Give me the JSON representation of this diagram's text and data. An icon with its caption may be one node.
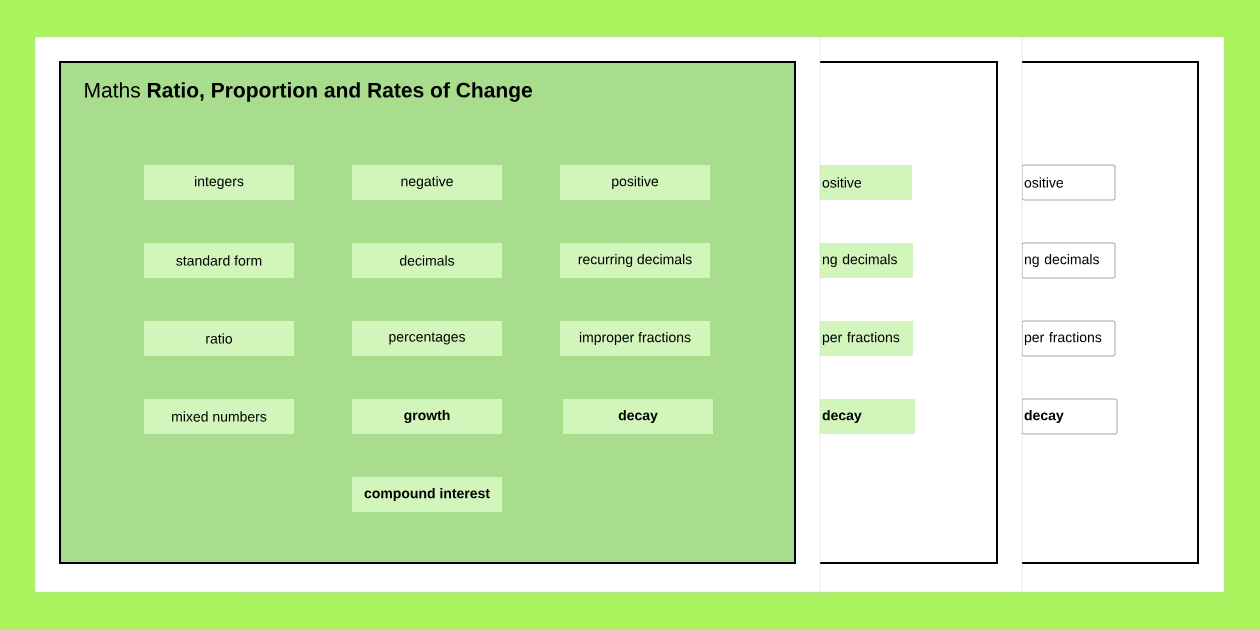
{
  "diagram": {
    "nodes": [
      {
        "text": [
          "Maths **Ratio, Proportion and Rates of Change**"
        ]
      },
      {
        "text": [
          "integers"
        ],
        "in": 0
      },
      {
        "text": [
          "negative"
        ],
        "in": 0
      },
      {
        "text": [
          "positive"
        ],
        "in": 0
      },
      {
        "text": [
          "standard form"
        ],
        "in": 0
      },
      {
        "text": [
          "decimals"
        ],
        "in": 0
      },
      {
        "text": [
          "recurring decimals"
        ],
        "in": 0
      },
      {
        "text": [
          "ratio"
        ],
        "in": 0
      },
      {
        "text": [
          "percentages"
        ],
        "in": 0
      },
      {
        "text": [
          "improper fractions"
        ],
        "in": 0
      },
      {
        "text": [
          "mixed numbers"
        ],
        "in": 0
      },
      {
        "text": [
          "growth"
        ],
        "in": 0
      },
      {
        "text": [
          "decay"
        ],
        "in": 0
      },
      {
        "text": [
          "compound interest"
        ],
        "in": 0
      },
      {
        "text": [],
        "shape": "box"
      },
      {
        "text": [
          "ositive"
        ],
        "in": 14
      },
      {
        "text": [
          "ng decimals"
        ],
        "in": 14
      },
      {
        "text": [
          "per fractions"
        ],
        "in": 14
      },
      {
        "text": [
          "decay"
        ],
        "in": 14
      },
      {
        "text": [],
        "shape": "box"
      },
      {
        "text": [
          "ositive"
        ],
        "in": 19
      },
      {
        "text": [
          "ng decimals"
        ],
        "in": 19
      },
      {
        "text": [
          "per fractions"
        ],
        "in": 19
      },
      {
        "text": [
          "decay"
        ],
        "in": 19
      }
    ]
  }
}
